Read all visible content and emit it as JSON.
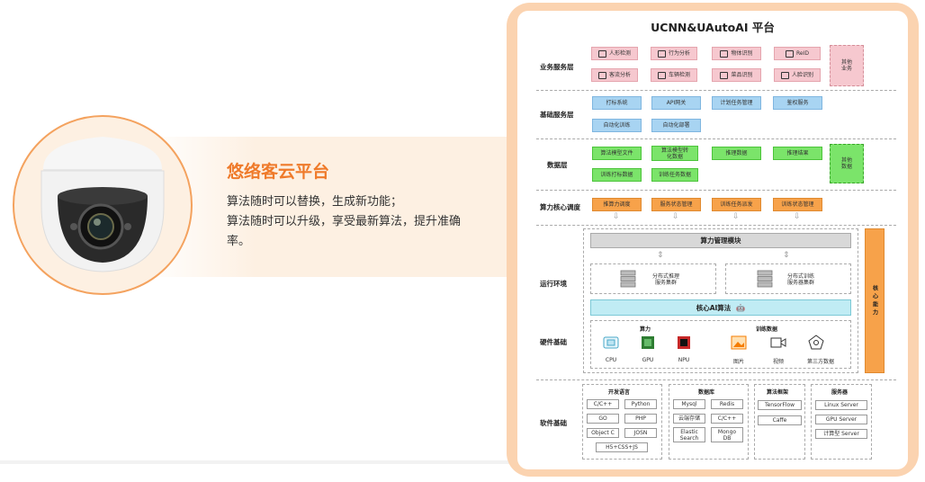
{
  "promo": {
    "title": "悠络客云平台",
    "lines": [
      "算法随时可以替换，生成新功能；",
      "算法随时可以升级，享受最新算法，提升准确",
      "率。"
    ]
  },
  "platform": {
    "title": "UCNN&UAutoAI  平台",
    "layers": {
      "business": "业务服务层",
      "base": "基础服务层",
      "data": "数据层",
      "compute_core": "算力核心调度",
      "runtime": "运行环境",
      "hardware": "硬件基础",
      "software": "软件基础"
    },
    "business": [
      "人形检测",
      "行为分析",
      "物体识别",
      "ReID",
      "客流分析",
      "车辆检测",
      "菜品识别",
      "人脸识别"
    ],
    "business_other": "其他\n业务",
    "base": [
      "打标系统",
      "API网关",
      "计划任务管理",
      "鉴权服务",
      "自动化训练",
      "自动化部署"
    ],
    "data": [
      "算法模型文件",
      "算法模型转\n化数据",
      "推理数据",
      "推理结果",
      "训练打标数据",
      "训练任务数据"
    ],
    "data_other": "其他\n数据",
    "compute": [
      "推算力调度",
      "服务状态管理",
      "训练任务派发",
      "训练状态管理"
    ],
    "runtime": {
      "manager": "算力管理模块",
      "cluster1": "分布式推理\n服务集群",
      "cluster2": "分布式训练\n服务器集群",
      "core_ai": "核心AI算法"
    },
    "hardware": {
      "compute_title": "算力",
      "train_title": "训练数据",
      "items": [
        "CPU",
        "GPU",
        "NPU",
        "图片",
        "视频",
        "第三方数据"
      ]
    },
    "core_ability": "核心能力",
    "software": {
      "groups": [
        {
          "title": "开发语言",
          "items": [
            "C/C++",
            "Python",
            "GO",
            "PHP",
            "Object C",
            "JOSN",
            "H5+CSS+JS"
          ]
        },
        {
          "title": "数据库",
          "items": [
            "Mysql",
            "Redis",
            "云端存储",
            "C/C++",
            "Elastic\nSearch",
            "Mongo\nDB"
          ]
        },
        {
          "title": "算法框架",
          "items": [
            "TensorFlow",
            "Caffe"
          ]
        },
        {
          "title": "服务器",
          "items": [
            "Linux Server",
            "GPU Server",
            "计算型 Server"
          ]
        }
      ]
    }
  }
}
